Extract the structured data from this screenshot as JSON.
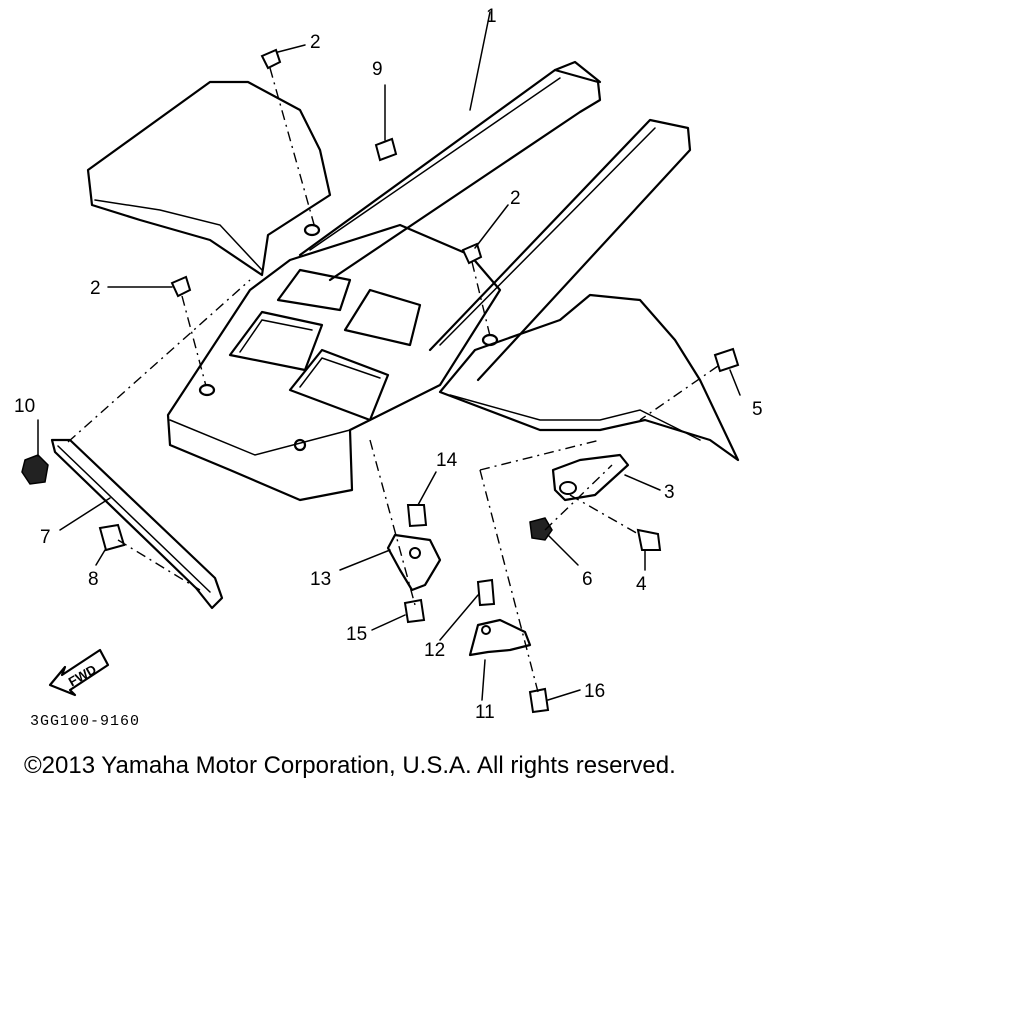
{
  "diagram": {
    "callouts": [
      {
        "id": "c1",
        "label": "1"
      },
      {
        "id": "c2a",
        "label": "2"
      },
      {
        "id": "c2b",
        "label": "2"
      },
      {
        "id": "c2c",
        "label": "2"
      },
      {
        "id": "c3",
        "label": "3"
      },
      {
        "id": "c4",
        "label": "4"
      },
      {
        "id": "c5",
        "label": "5"
      },
      {
        "id": "c6",
        "label": "6"
      },
      {
        "id": "c7",
        "label": "7"
      },
      {
        "id": "c8",
        "label": "8"
      },
      {
        "id": "c9",
        "label": "9"
      },
      {
        "id": "c10",
        "label": "10"
      },
      {
        "id": "c11",
        "label": "11"
      },
      {
        "id": "c12",
        "label": "12"
      },
      {
        "id": "c13",
        "label": "13"
      },
      {
        "id": "c14",
        "label": "14"
      },
      {
        "id": "c15",
        "label": "15"
      },
      {
        "id": "c16",
        "label": "16"
      }
    ],
    "fwd_label": "FWD",
    "code": "3GG100-9160"
  },
  "footer": {
    "copyright": "©2013 Yamaha Motor Corporation, U.S.A. All rights reserved."
  }
}
